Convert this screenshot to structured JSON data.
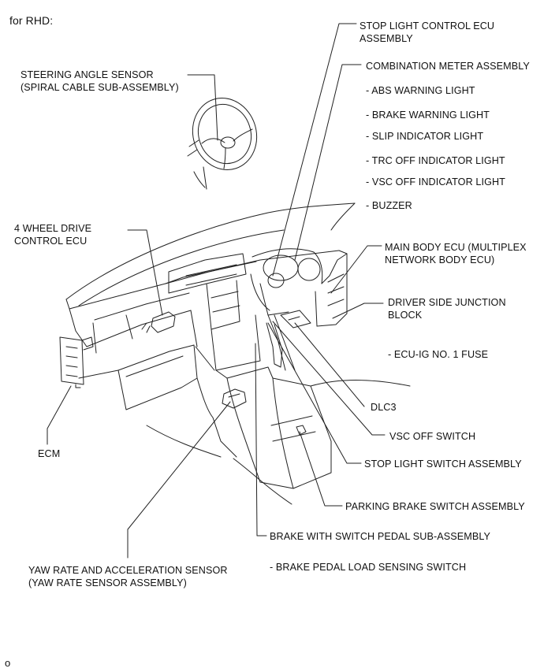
{
  "header": {
    "variant": "for RHD:"
  },
  "labels": {
    "stop_light_control_ecu": [
      "STOP LIGHT CONTROL ECU",
      "ASSEMBLY"
    ],
    "combination_meter": "COMBINATION METER ASSEMBLY",
    "meter_items": [
      "- ABS WARNING LIGHT",
      "- BRAKE WARNING LIGHT",
      "- SLIP INDICATOR LIGHT",
      "- TRC OFF INDICATOR LIGHT",
      "- VSC OFF INDICATOR LIGHT",
      "- BUZZER"
    ],
    "steering_angle_sensor": [
      "STEERING ANGLE SENSOR",
      "(SPIRAL CABLE SUB-ASSEMBLY)"
    ],
    "four_wd_ecu": [
      "4 WHEEL DRIVE",
      "CONTROL ECU"
    ],
    "main_body_ecu": [
      "MAIN BODY ECU (MULTIPLEX",
      "NETWORK BODY ECU)"
    ],
    "driver_side_jb": [
      "DRIVER SIDE JUNCTION",
      "BLOCK"
    ],
    "ecu_ig_fuse": "- ECU-IG NO. 1 FUSE",
    "dlc3": "DLC3",
    "vsc_off_switch": "VSC OFF SWITCH",
    "ecm": "ECM",
    "stop_light_switch": "STOP LIGHT SWITCH ASSEMBLY",
    "parking_brake_switch": "PARKING BRAKE SWITCH ASSEMBLY",
    "brake_pedal": "BRAKE WITH SWITCH PEDAL SUB-ASSEMBLY",
    "brake_pedal_item": "- BRAKE PEDAL LOAD SENSING SWITCH",
    "yaw_rate_sensor": [
      "YAW RATE AND ACCELERATION SENSOR",
      "(YAW RATE SENSOR ASSEMBLY)"
    ]
  },
  "footer": {
    "code": "o"
  }
}
